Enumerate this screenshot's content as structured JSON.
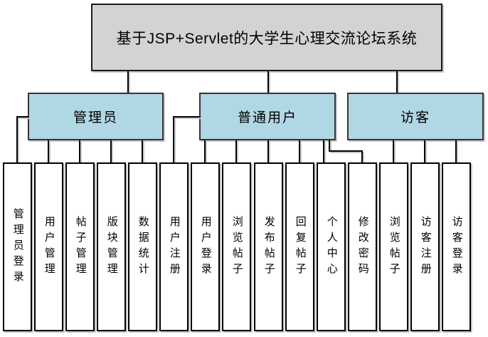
{
  "title": "基于JSP+Servlet的大学生心理交流论坛系统",
  "groups": [
    {
      "id": "admin",
      "label": "管理员",
      "children": [
        {
          "id": "admin-login",
          "label": "管理员登录"
        },
        {
          "id": "user-mgmt",
          "label": "用户管理"
        },
        {
          "id": "post-mgmt",
          "label": "帖子管理"
        },
        {
          "id": "board-mgmt",
          "label": "版块管理"
        },
        {
          "id": "data-stats",
          "label": "数据统计"
        }
      ]
    },
    {
      "id": "regular-user",
      "label": "普通用户",
      "children": [
        {
          "id": "user-register",
          "label": "用户注册"
        },
        {
          "id": "user-login",
          "label": "用户登录"
        },
        {
          "id": "browse-posts",
          "label": "浏览帖子"
        },
        {
          "id": "publish-posts",
          "label": "发布帖子"
        },
        {
          "id": "reply-posts",
          "label": "回复帖子"
        },
        {
          "id": "personal-center",
          "label": "个人中心"
        },
        {
          "id": "change-password",
          "label": "修改密码"
        }
      ]
    },
    {
      "id": "guest",
      "label": "访客",
      "children": [
        {
          "id": "guest-browse-posts",
          "label": "浏览帖子"
        },
        {
          "id": "guest-register",
          "label": "访客注册"
        },
        {
          "id": "guest-login",
          "label": "访客登录"
        }
      ]
    }
  ],
  "colors": {
    "title_bg": "#d3d3d3",
    "group_bg": "#b0d7e4",
    "line": "#000000",
    "shadow": "#c9c9c9"
  }
}
